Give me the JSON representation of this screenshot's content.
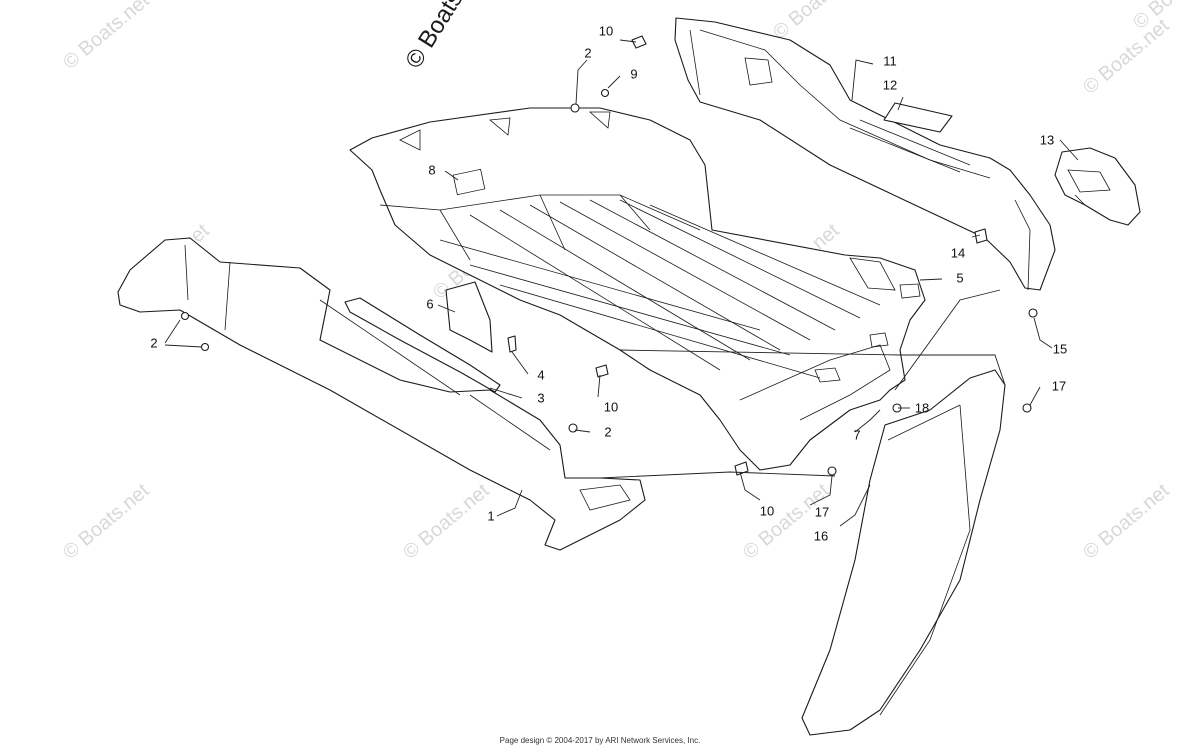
{
  "watermark_main": "© Boats.net",
  "watermarks": [
    "© Boats.net",
    "© Boats.net",
    "© Boats.net",
    "© Boats.net",
    "© Boats.net",
    "© Boats.net",
    "© Boats.net",
    "© Boats.net",
    "© Boats.net",
    "© Boats.net",
    "© Boats.net"
  ],
  "callouts": {
    "c1": "1",
    "c2a": "2",
    "c2b": "2",
    "c2c": "2",
    "c3": "3",
    "c4": "4",
    "c5": "5",
    "c6": "6",
    "c7": "7",
    "c8": "8",
    "c9": "9",
    "c10a": "10",
    "c10b": "10",
    "c10c": "10",
    "c11": "11",
    "c12": "12",
    "c13": "13",
    "c14": "14",
    "c15": "15",
    "c16": "16",
    "c17a": "17",
    "c17b": "17",
    "c18": "18"
  },
  "footer": "Page design © 2004-2017 by ARI Network Services, Inc."
}
